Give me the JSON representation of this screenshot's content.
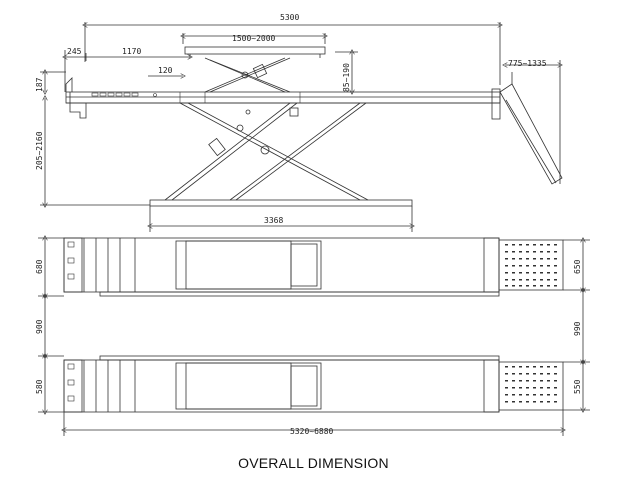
{
  "caption": "OVERALL DIMENSION",
  "side_view": {
    "dim_overall_length": "5300",
    "dim_platform_extension": "1500~2000",
    "dim_front_offset": "245",
    "dim_front_section": "1170",
    "dim_arm_offset": "120",
    "dim_platform_height_small": "187",
    "dim_lift_height": "205~2160",
    "dim_secondary_lift": "85~190",
    "dim_ramp": "775~1335",
    "dim_base_length": "3368"
  },
  "top_view": {
    "dim_upper_width": "680",
    "dim_upper_ramp_width": "650",
    "dim_gap_left": "900",
    "dim_gap_right": "990",
    "dim_lower_width": "580",
    "dim_lower_ramp_width": "550",
    "dim_total_length": "5320~6880"
  }
}
